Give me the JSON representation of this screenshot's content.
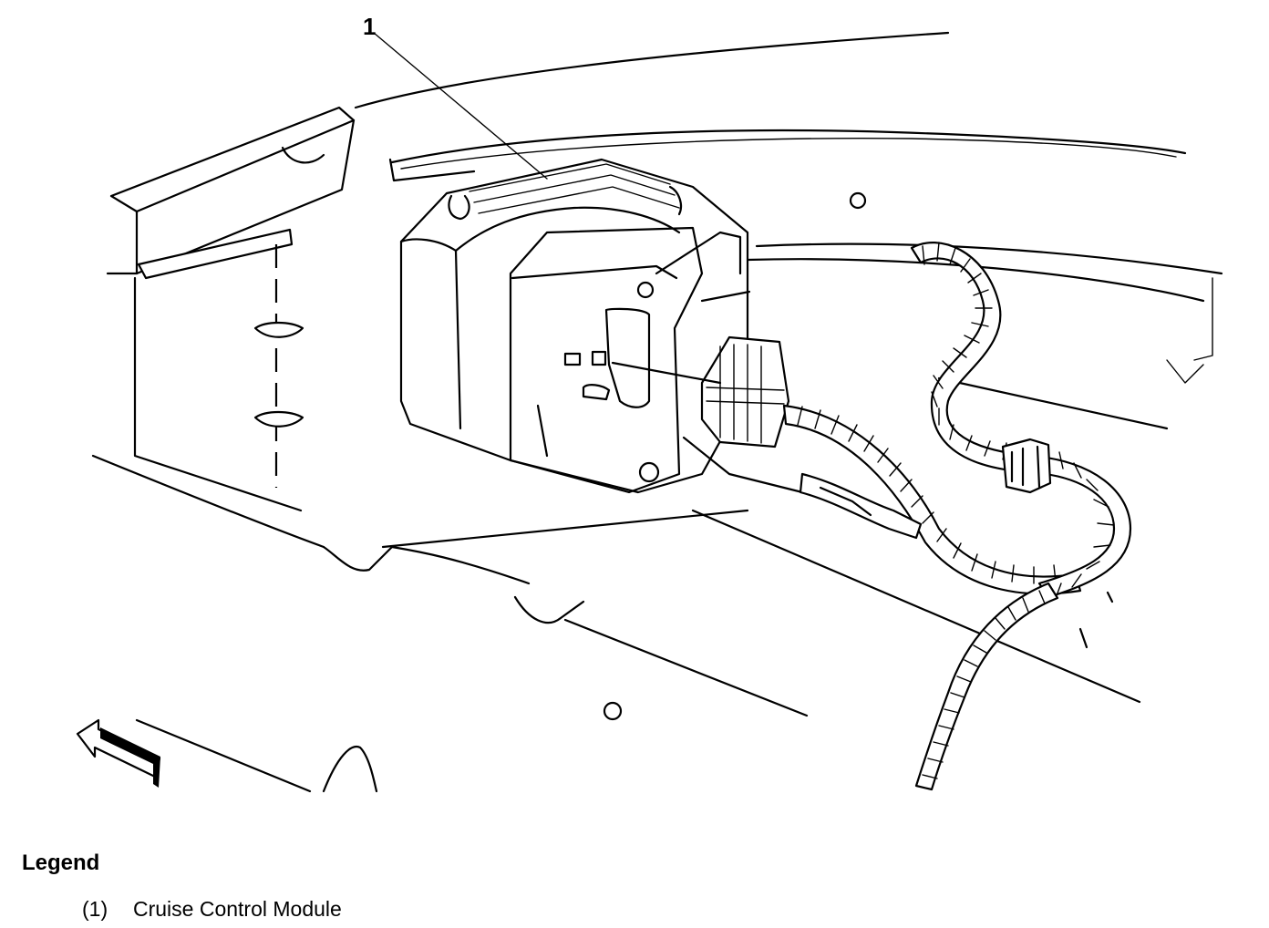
{
  "callouts": [
    {
      "number": "1"
    }
  ],
  "legend": {
    "title": "Legend",
    "items": [
      {
        "number": "(1)",
        "label": "Cruise Control Module"
      }
    ]
  }
}
